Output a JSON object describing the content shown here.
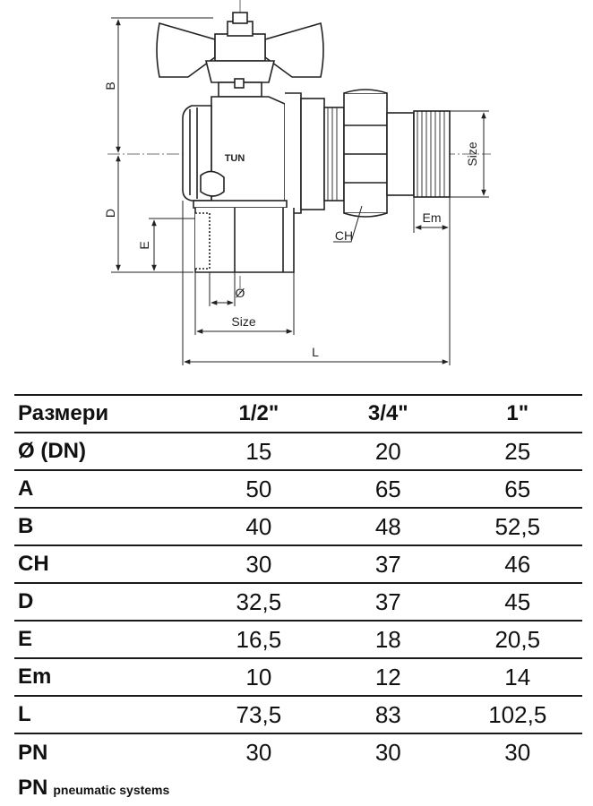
{
  "drawing": {
    "labels": {
      "b": "B",
      "d": "D",
      "e": "E",
      "diameter": "Ø",
      "size_bottom": "Size",
      "l": "L",
      "ch": "CH",
      "em": "Em",
      "size_right": "Size",
      "logo": "TUN"
    },
    "colors": {
      "line": "#222222",
      "background": "#ffffff"
    }
  },
  "table": {
    "header": [
      "Размери",
      "1/2\"",
      "3/4\"",
      "1\""
    ],
    "rows": [
      {
        "label": "Ø (DN)",
        "values": [
          "15",
          "20",
          "25"
        ]
      },
      {
        "label": "A",
        "values": [
          "50",
          "65",
          "65"
        ]
      },
      {
        "label": "B",
        "values": [
          "40",
          "48",
          "52,5"
        ]
      },
      {
        "label": "CH",
        "values": [
          "30",
          "37",
          "46"
        ]
      },
      {
        "label": "D",
        "values": [
          "32,5",
          "37",
          "45"
        ]
      },
      {
        "label": "E",
        "values": [
          "16,5",
          "18",
          "20,5"
        ]
      },
      {
        "label": "Em",
        "values": [
          "10",
          "12",
          "14"
        ]
      },
      {
        "label": "L",
        "values": [
          "73,5",
          "83",
          "102,5"
        ]
      },
      {
        "label": "PN",
        "values": [
          "30",
          "30",
          "30"
        ]
      }
    ]
  },
  "footnote": {
    "pn": "PN",
    "text": "pneumatic systems"
  }
}
